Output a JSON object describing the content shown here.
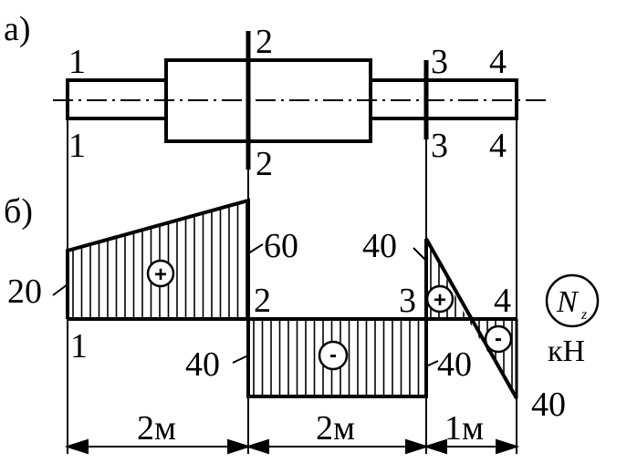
{
  "colors": {
    "ink": "#000000",
    "paper": "#ffffff"
  },
  "part_a": {
    "label": "а)",
    "sections": {
      "s1_top": "1",
      "s1_bottom": "1",
      "s2_top": "2",
      "s2_bottom": "2",
      "s3_top": "3",
      "s3_bottom": "3",
      "s4_top": "4",
      "s4_bottom": "4"
    }
  },
  "part_b": {
    "label": "б)",
    "values": {
      "v20": "20",
      "v60": "60",
      "v40_mid_left": "40",
      "v40_mid_right": "40",
      "v40_peak": "40",
      "v40_end": "40"
    },
    "section_marks": {
      "m1": "1",
      "m2": "2",
      "m3": "3",
      "m4": "4"
    },
    "signs": {
      "plus": "+",
      "minus": "-"
    },
    "legend": {
      "symbol": "N",
      "subscript": "z",
      "unit": "кН"
    },
    "dimensions": {
      "d1": "2м",
      "d2": "2м",
      "d3": "1м"
    }
  }
}
